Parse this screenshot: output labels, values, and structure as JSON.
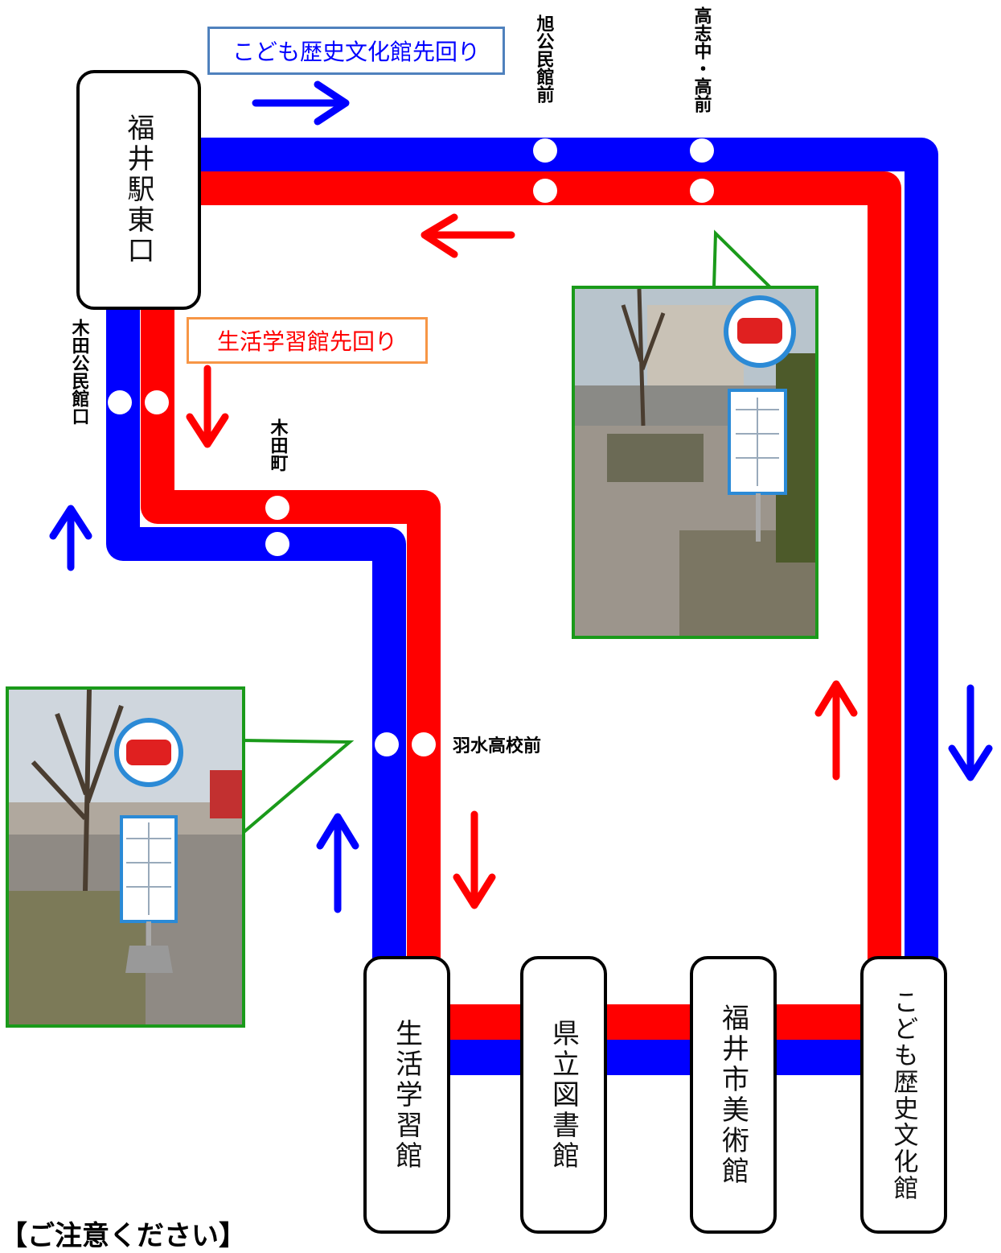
{
  "terminals": {
    "fukui_station": "福井駅東口",
    "seikatsu": "生活学習館",
    "library": "県立図書館",
    "museum": "福井市美術館",
    "kodomo": "こども歴史文化館"
  },
  "legend": {
    "blue_route": "こども歴史文化館先回り",
    "red_route": "生活学習館先回り"
  },
  "stops": {
    "asahi": "旭公民館前",
    "takashi": "高志中・高前",
    "kida_kominkan": "木田公民館口",
    "kida_machi": "木田町",
    "hanyu": "羽水高校前"
  },
  "notice": "【ご注意ください】",
  "colors": {
    "blue_route": "#0000ff",
    "red_route": "#ff0000",
    "photo_border": "#1a9a1a",
    "blue_legend_border": "#4f81bd",
    "red_legend_border": "#f79646"
  }
}
